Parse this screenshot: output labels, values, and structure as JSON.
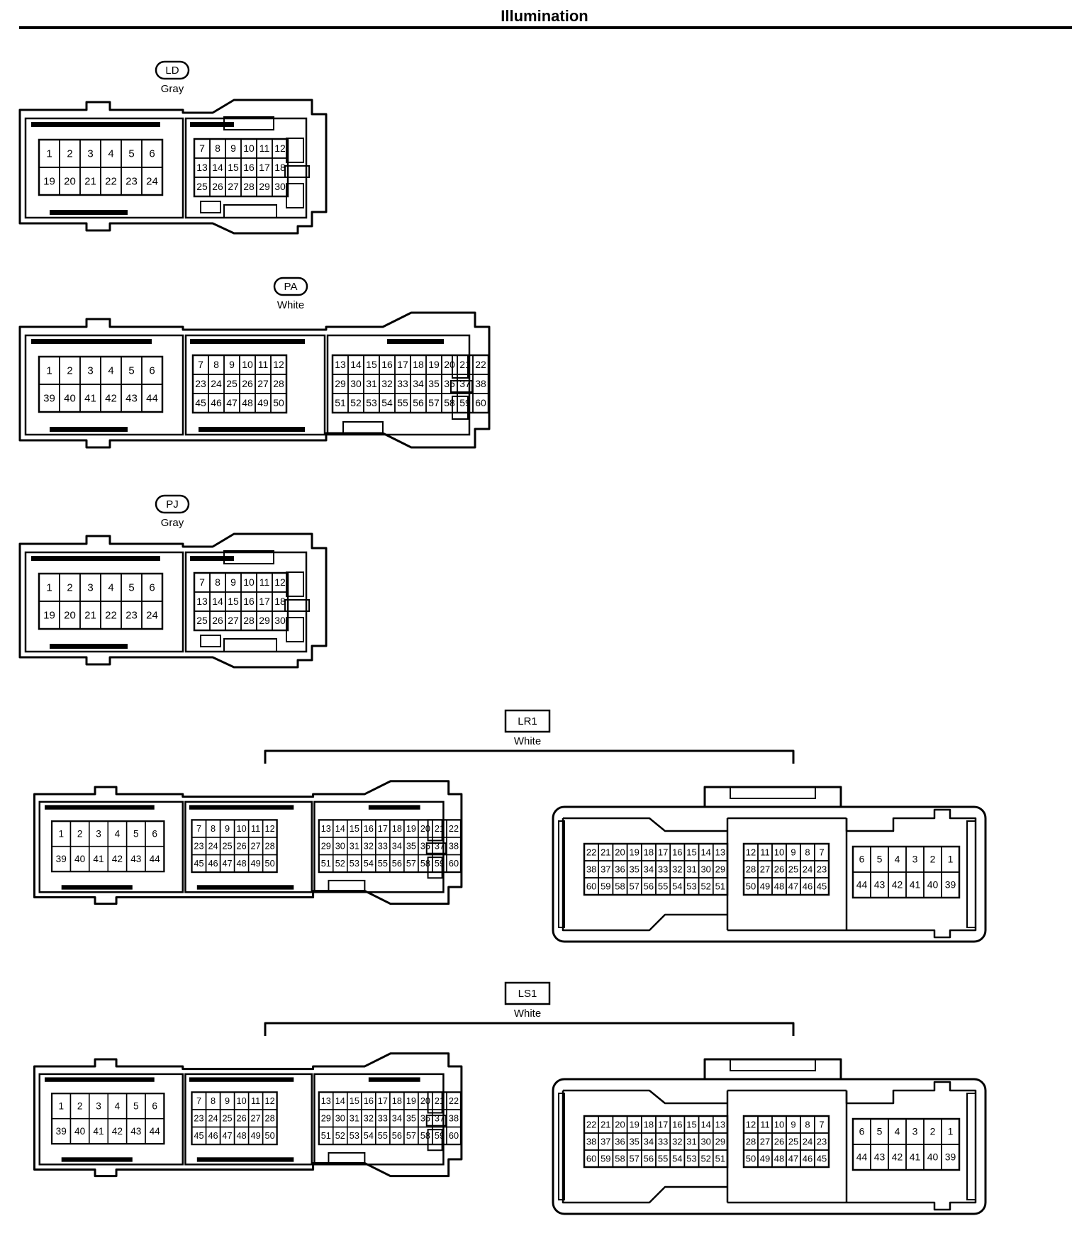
{
  "page_title": "Illumination",
  "connectors": [
    {
      "code": "LD",
      "label_shape": "oval",
      "color": "Gray",
      "kind": "30-pin"
    },
    {
      "code": "PA",
      "label_shape": "oval",
      "color": "White",
      "kind": "60-pin"
    },
    {
      "code": "PJ",
      "label_shape": "oval",
      "color": "Gray",
      "kind": "30-pin"
    },
    {
      "code": "LR1",
      "label_shape": "rect",
      "color": "White",
      "kind": "pair-60-44"
    },
    {
      "code": "LS1",
      "label_shape": "rect",
      "color": "White",
      "kind": "pair-60-44"
    }
  ],
  "pin_grids": {
    "c30_left": [
      [
        "1",
        "2",
        "3",
        "4",
        "5",
        "6"
      ],
      [
        "19",
        "20",
        "21",
        "22",
        "23",
        "24"
      ]
    ],
    "c30_right": [
      [
        "7",
        "8",
        "9",
        "10",
        "11",
        "12"
      ],
      [
        "13",
        "14",
        "15",
        "16",
        "17",
        "18"
      ],
      [
        "25",
        "26",
        "27",
        "28",
        "29",
        "30"
      ]
    ],
    "c60_left": [
      [
        "1",
        "2",
        "3",
        "4",
        "5",
        "6"
      ],
      [
        "39",
        "40",
        "41",
        "42",
        "43",
        "44"
      ]
    ],
    "c60_mid": [
      [
        "7",
        "8",
        "9",
        "10",
        "11",
        "12"
      ],
      [
        "23",
        "24",
        "25",
        "26",
        "27",
        "28"
      ],
      [
        "45",
        "46",
        "47",
        "48",
        "49",
        "50"
      ]
    ],
    "c60_right": [
      [
        "13",
        "14",
        "15",
        "16",
        "17",
        "18",
        "19",
        "20",
        "21",
        "22"
      ],
      [
        "29",
        "30",
        "31",
        "32",
        "33",
        "34",
        "35",
        "36",
        "37",
        "38"
      ],
      [
        "51",
        "52",
        "53",
        "54",
        "55",
        "56",
        "57",
        "58",
        "59",
        "60"
      ]
    ],
    "f60_left": [
      [
        "22",
        "21",
        "20",
        "19",
        "18",
        "17",
        "16",
        "15",
        "14",
        "13"
      ],
      [
        "38",
        "37",
        "36",
        "35",
        "34",
        "33",
        "32",
        "31",
        "30",
        "29"
      ],
      [
        "60",
        "59",
        "58",
        "57",
        "56",
        "55",
        "54",
        "53",
        "52",
        "51"
      ]
    ],
    "f60_mid": [
      [
        "12",
        "11",
        "10",
        "9",
        "8",
        "7"
      ],
      [
        "28",
        "27",
        "26",
        "25",
        "24",
        "23"
      ],
      [
        "50",
        "49",
        "48",
        "47",
        "46",
        "45"
      ]
    ],
    "f60_right": [
      [
        "6",
        "5",
        "4",
        "3",
        "2",
        "1"
      ],
      [
        "44",
        "43",
        "42",
        "41",
        "40",
        "39"
      ]
    ]
  },
  "colors": {
    "line": "#000000",
    "background": "#ffffff"
  }
}
